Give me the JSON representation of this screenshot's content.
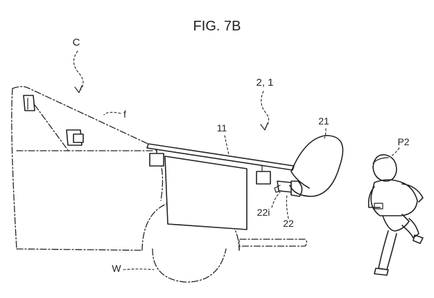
{
  "figure": {
    "title": "FIG. 7B",
    "labels": {
      "vehicle": "C",
      "frame": "f",
      "system": "2, 1",
      "rail": "11",
      "airbag": "21",
      "inflator": "22",
      "inflator_part": "22i",
      "wheel": "W",
      "person": "P2"
    }
  }
}
